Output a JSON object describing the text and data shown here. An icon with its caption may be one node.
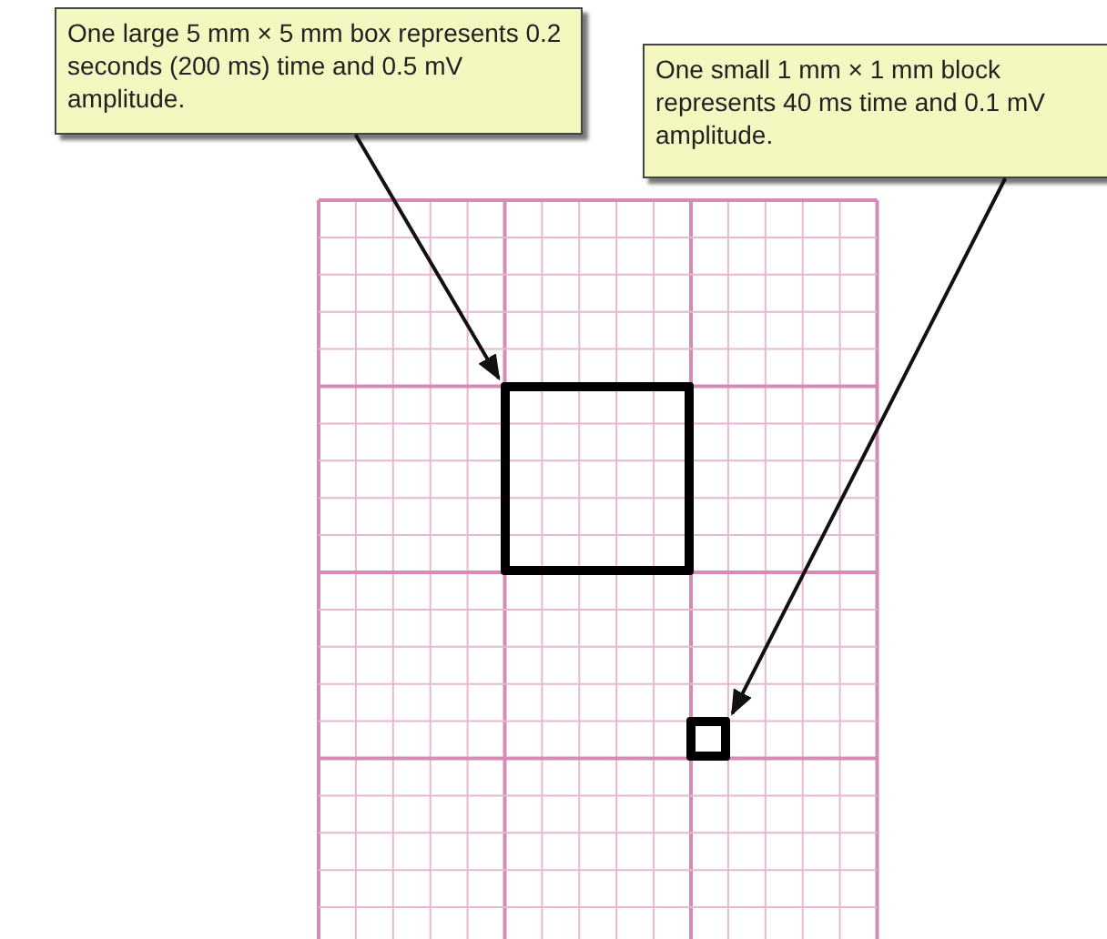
{
  "diagram": {
    "nodes": [
      {
        "text": [
          "One large 5 mm × 5 mm box represents 0.2 seconds (200 ms) time and 0.5 mV amplitude."
        ]
      },
      {
        "text": [],
        "shape": "box"
      },
      {
        "text": [
          "One small 1 mm × 1 mm block represents 40 ms time and 0.1 mV amplitude."
        ]
      },
      {
        "text": [],
        "shape": "box"
      }
    ],
    "edges": [
      {
        "from": 0,
        "to": 1,
        "arrow": "to"
      },
      {
        "from": 2,
        "to": 3,
        "arrow": "to"
      }
    ]
  }
}
